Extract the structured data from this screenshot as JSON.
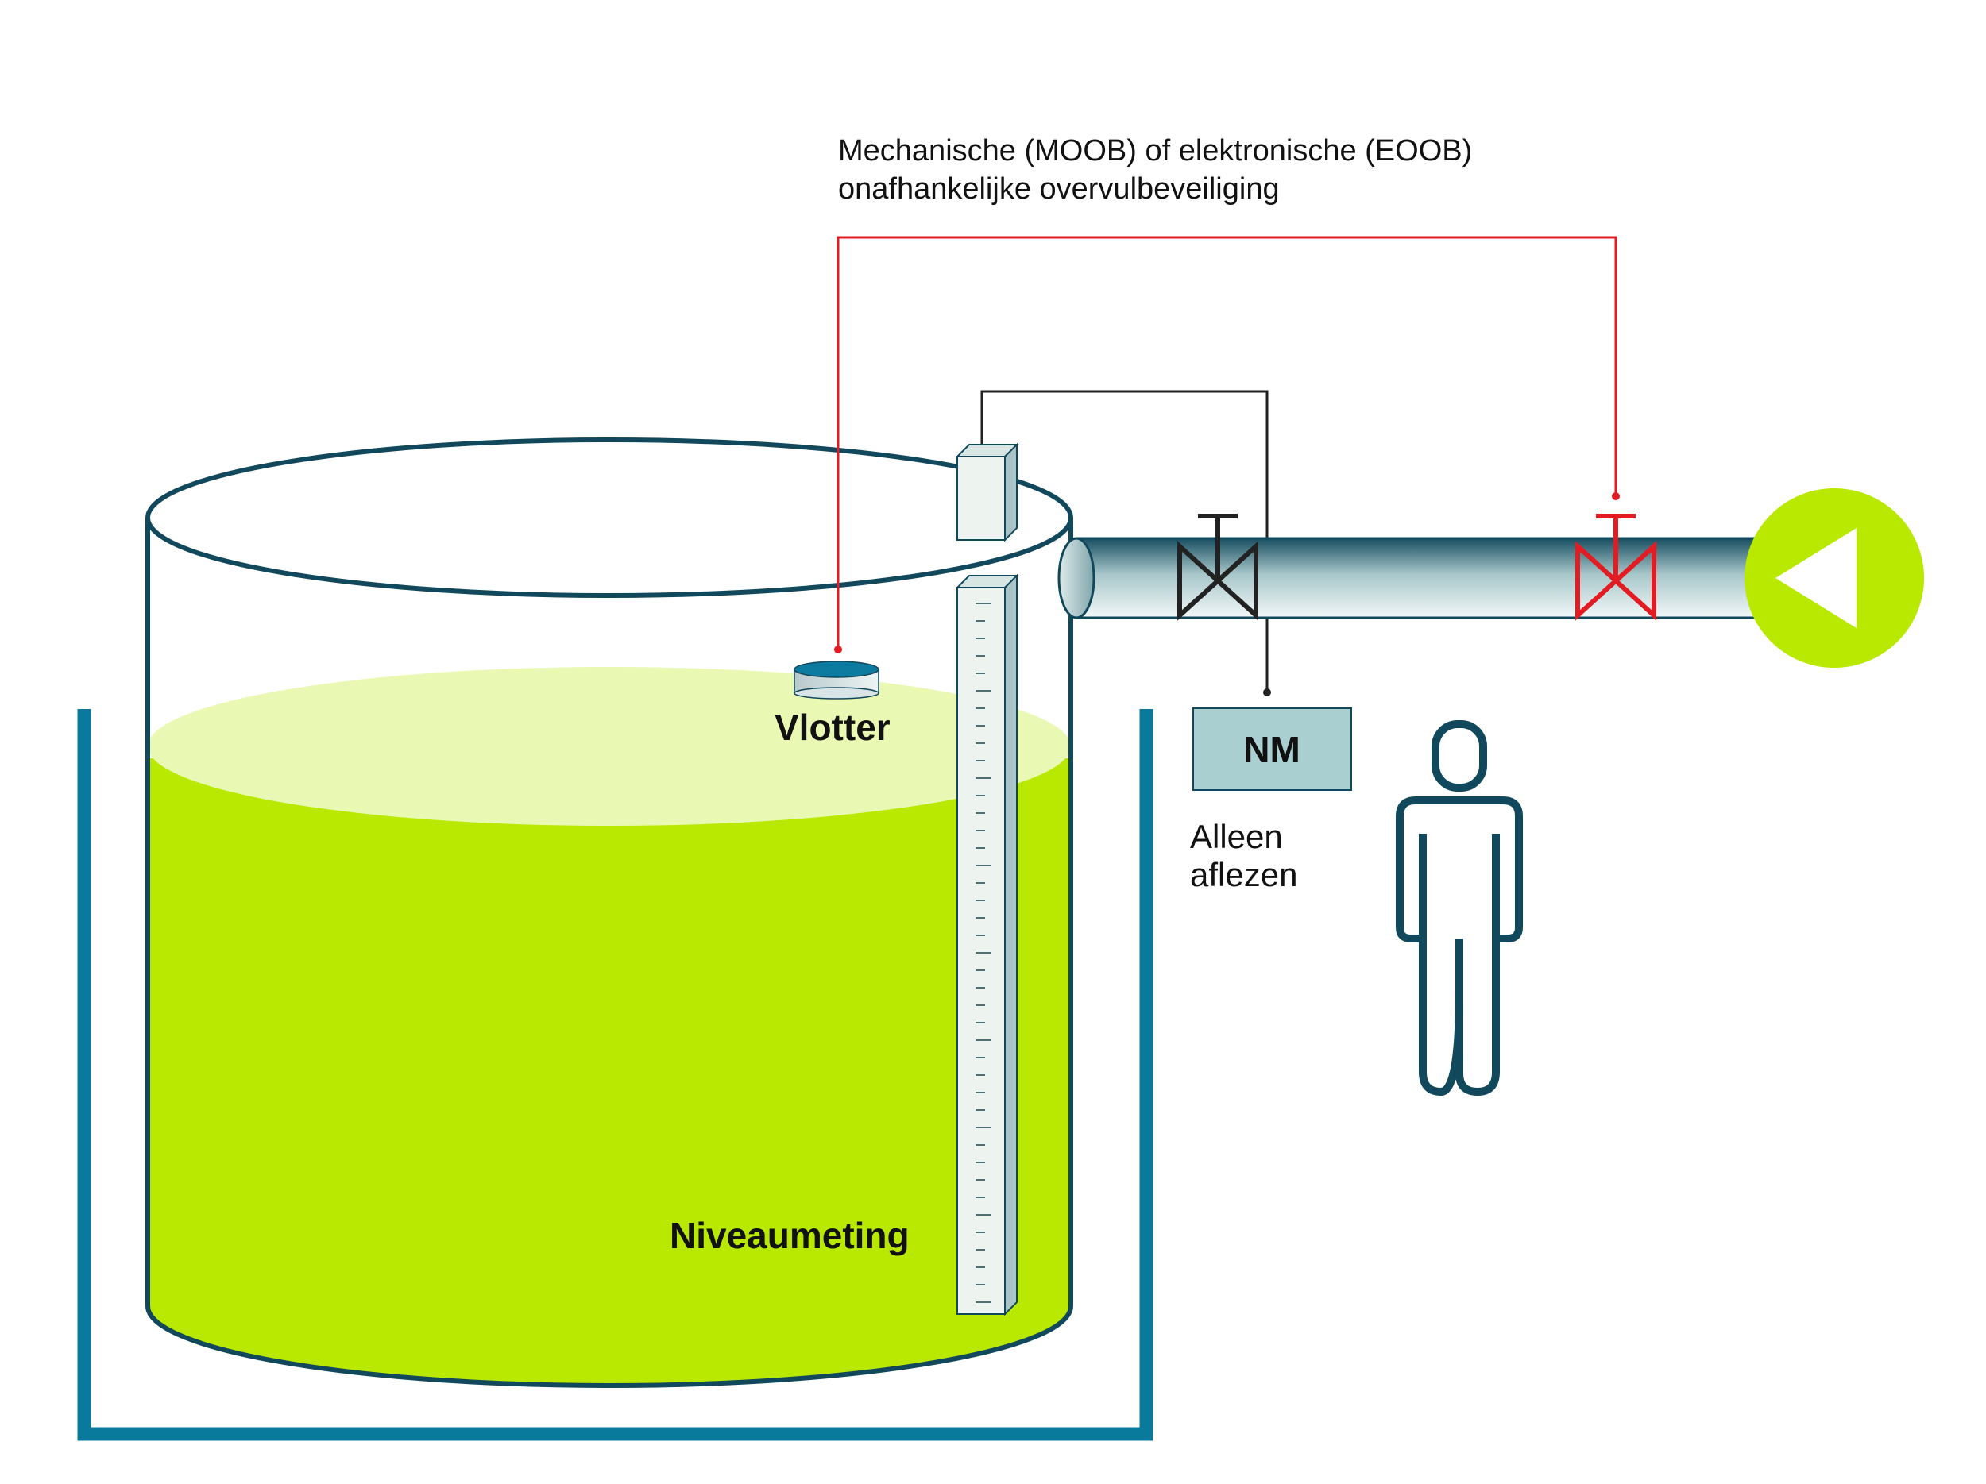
{
  "annotation": {
    "line1": "Mechanische (MOOB) of elektronische (EOOB)",
    "line2": "onafhankelijke overvulbeveiliging"
  },
  "labels": {
    "float": "Vlotter",
    "level_measurement": "Niveaumeting",
    "nm_box": "NM",
    "read_only_line1": "Alleen",
    "read_only_line2": "aflezen"
  },
  "colors": {
    "liquid": "#b9e900",
    "liquid_surface": "#e9f8b2",
    "bund": "#0a7a9c",
    "tank_outline": "#11485c",
    "overfill_line": "#e31b23",
    "signal_line": "#222222",
    "nm_fill": "#a9cfd0",
    "person": "#11485c",
    "pump": "#b9e900"
  },
  "icons": {
    "pump": "pump-arrow-icon",
    "manual_valve": "gate-valve-icon",
    "shutoff_valve": "gate-valve-icon",
    "operator": "person-icon",
    "level_sensor": "sensor-box-icon",
    "float": "float-disc-icon"
  }
}
